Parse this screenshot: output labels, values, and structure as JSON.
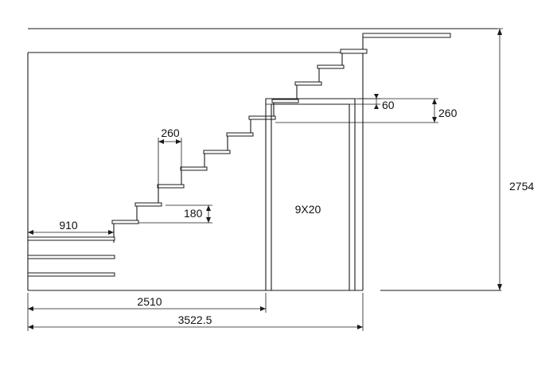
{
  "dimensions": {
    "total_height": "2754",
    "door_head_gap": "60",
    "headroom": "260",
    "tread_depth": "260",
    "riser_height": "180",
    "first_run": "910",
    "to_door": "2510",
    "total_length": "3522.5"
  },
  "door": {
    "label": "9X20"
  }
}
